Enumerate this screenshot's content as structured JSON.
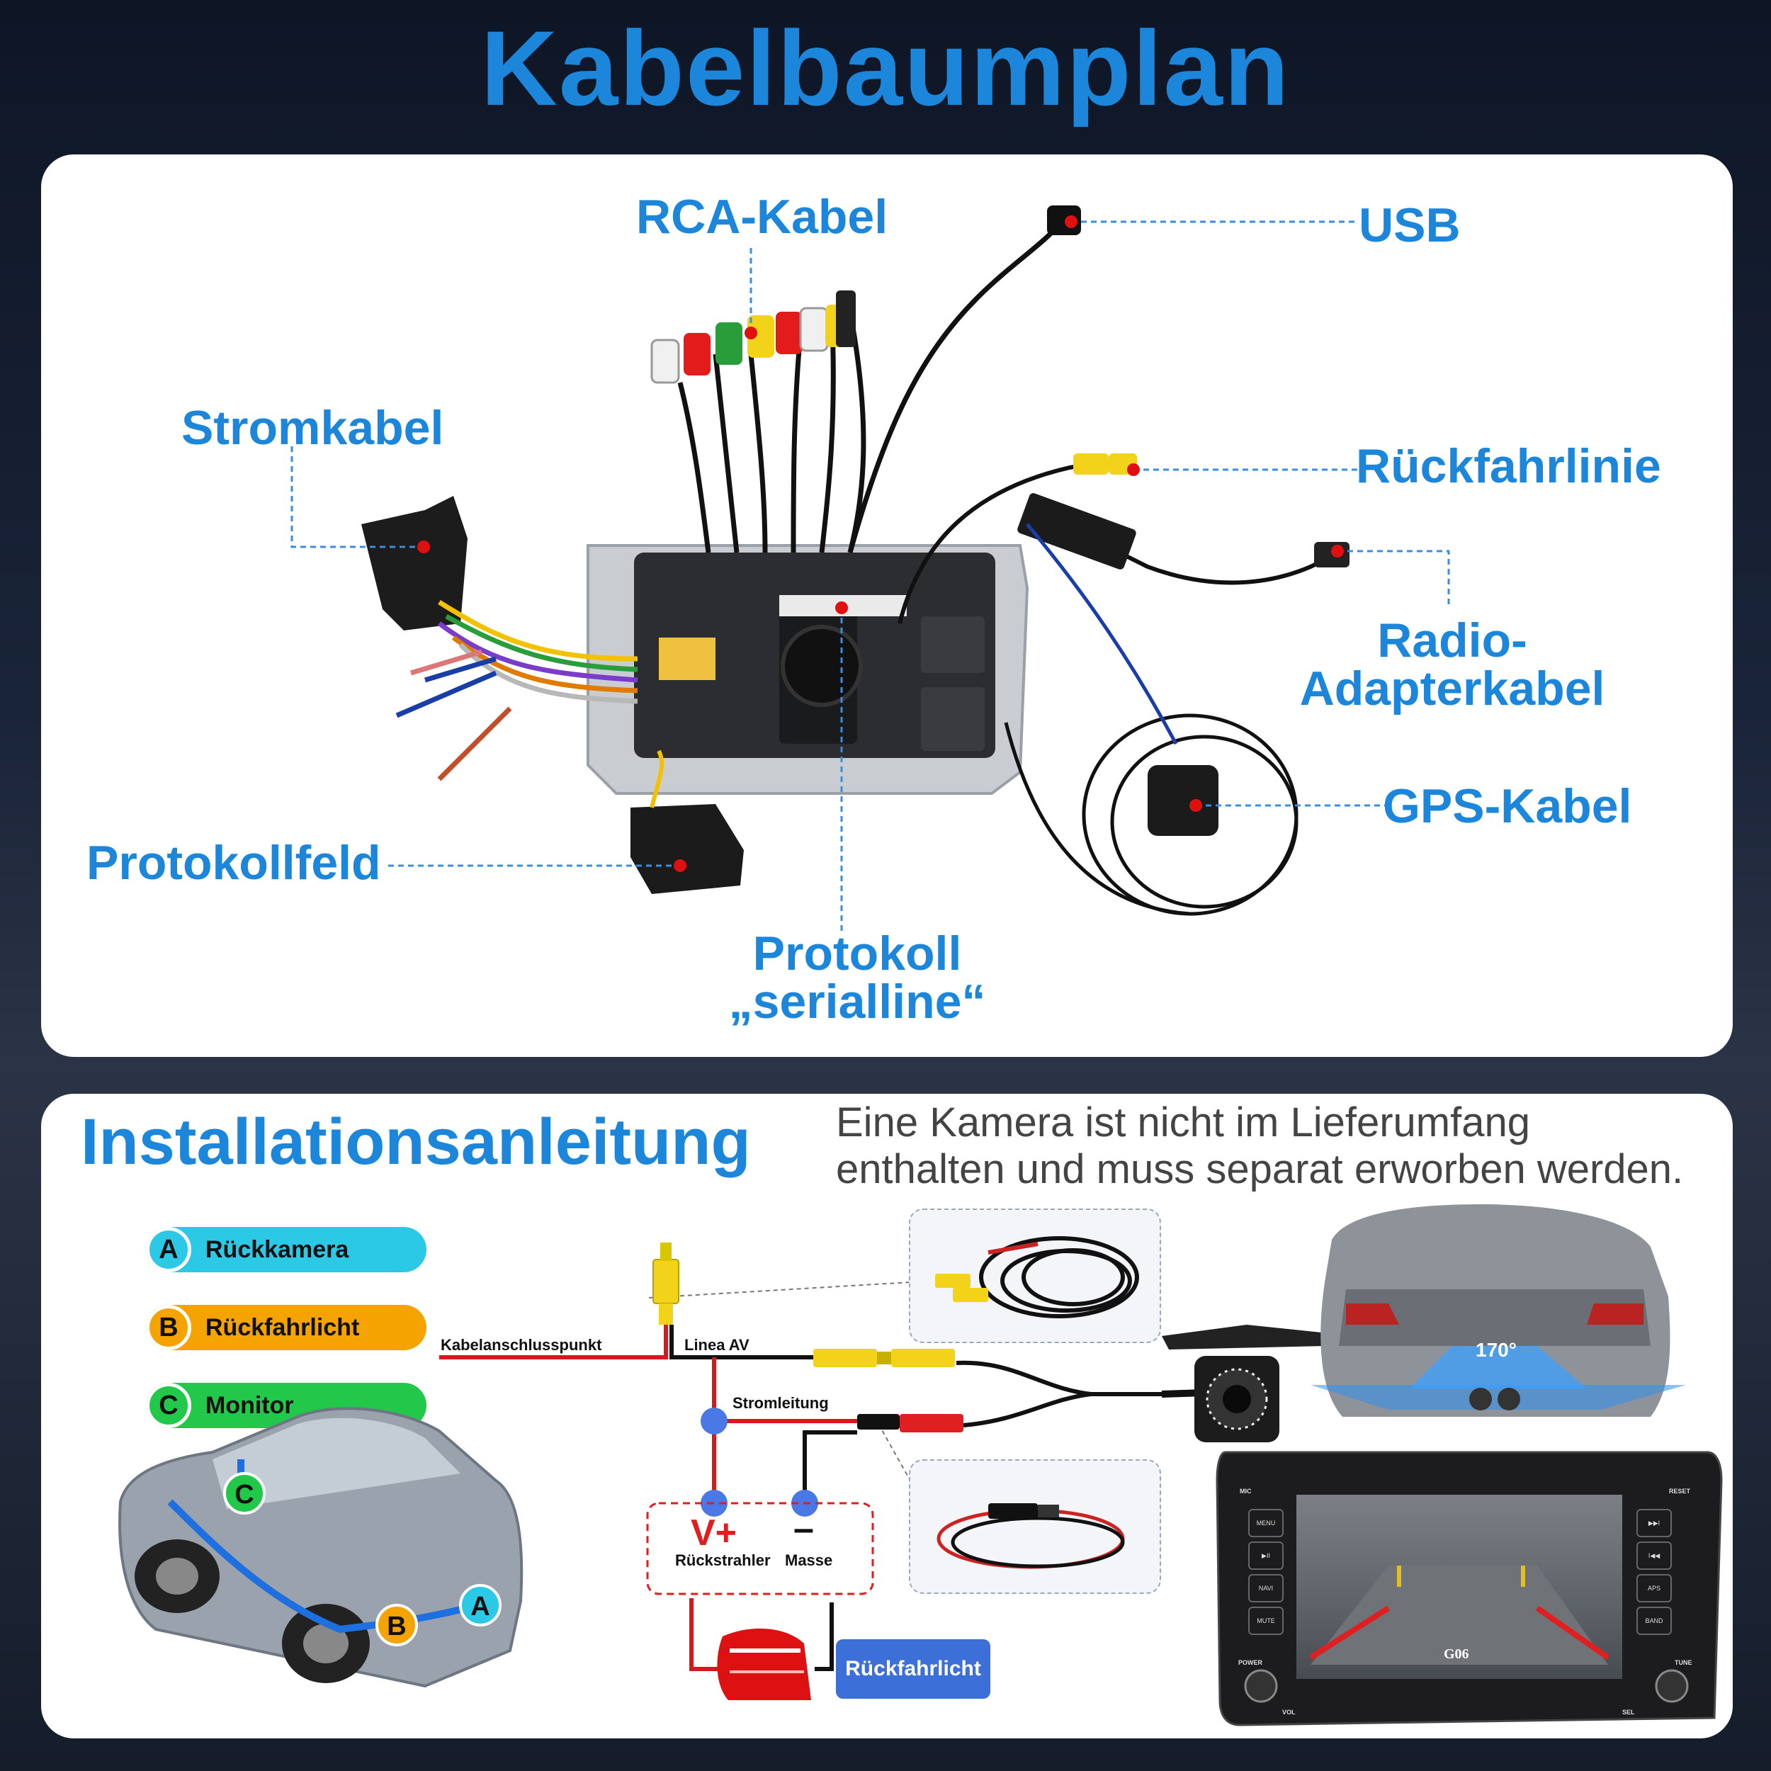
{
  "header": {
    "title": "Kabelbaumplan"
  },
  "diagram": {
    "callouts": {
      "rca": "RCA-Kabel",
      "usb": "USB",
      "power": "Stromkabel",
      "reverse_line": "Rückfahrlinie",
      "radio_adapter_1": "Radio-",
      "radio_adapter_2": "Adapterkabel",
      "gps": "GPS-Kabel",
      "protocol_box": "Protokollfeld",
      "protocol_serial_1": "Protokoll",
      "protocol_serial_2": "„serialline“"
    }
  },
  "install": {
    "title": "Installationsanleitung",
    "notice_line1": "Eine Kamera ist nicht im Lieferumfang",
    "notice_line2": "enthalten und muss separat erworben werden.",
    "legend": [
      {
        "letter": "A",
        "label": "Rückkamera",
        "color": "#2cc9e6"
      },
      {
        "letter": "B",
        "label": "Rückfahrlicht",
        "color": "#f5a300"
      },
      {
        "letter": "C",
        "label": "Monitor",
        "color": "#22c84a"
      }
    ],
    "wiring": {
      "connection_point": "Kabelanschlusspunkt",
      "linea_av": "Linea AV",
      "power_line": "Stromleitung",
      "vplus": "V+",
      "minus": "–",
      "reflector": "Rückstrahler",
      "ground": "Masse",
      "reverse_light_button": "Rückfahrlicht",
      "camera_angle": "170°"
    },
    "monitor": {
      "screen_code": "G06",
      "buttons_left": [
        "MENU",
        "▶II",
        "NAVI",
        "MUTE"
      ],
      "buttons_right": [
        "▶▶I",
        "I◀◀",
        "APS",
        "BAND"
      ],
      "top_left": "MIC",
      "top_right": "RESET",
      "bottom_left": "POWER",
      "bottom_right": "TUNE",
      "vol": "VOL",
      "sel": "SEL"
    }
  },
  "colors": {
    "accent": "#1c86db",
    "red_dot": "#e01010",
    "wire_red": "#d41a1a",
    "connector_yellow": "#f3d21a",
    "node_blue": "#4a78e6"
  }
}
